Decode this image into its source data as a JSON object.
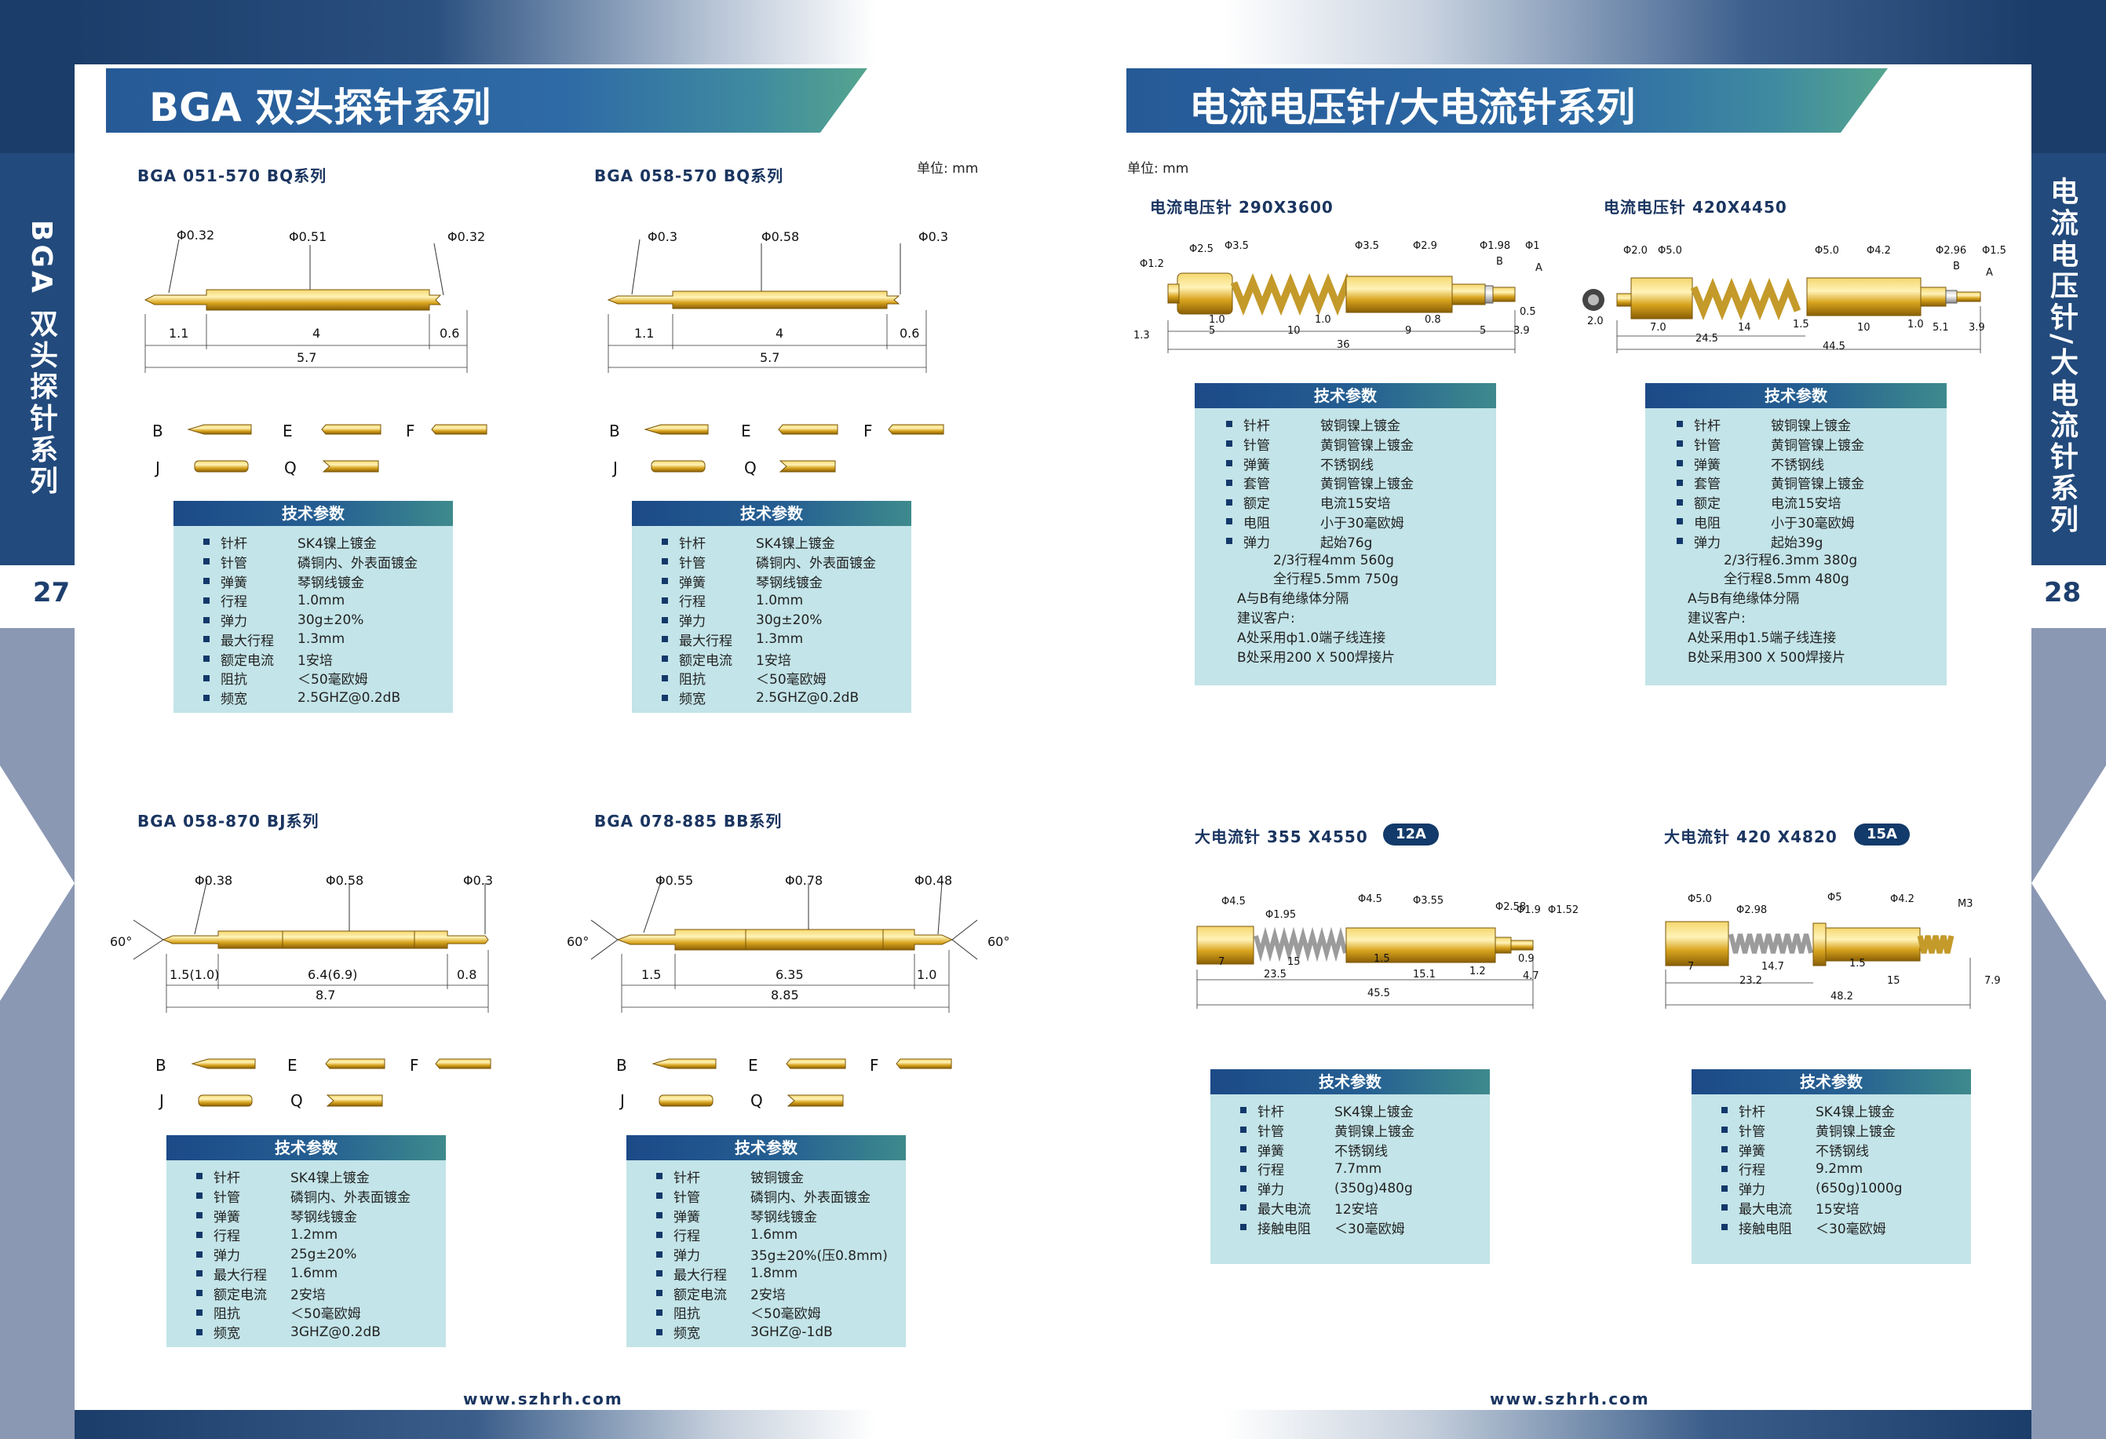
{
  "left_page": {
    "side_title": "BGA 双头探针系列",
    "page_number": "27",
    "banner": "BGA 双头探针系列",
    "unit": "单位: mm",
    "website": "www.szhrh.com",
    "products": [
      {
        "title": "BGA 051-570 BQ系列",
        "dims": {
          "d1": "Φ0.32",
          "d2": "Φ0.51",
          "d3": "Φ0.32",
          "l1": "1.1",
          "l2": "4",
          "l3": "0.6",
          "total": "5.7"
        },
        "tips": [
          "B",
          "E",
          "F",
          "J",
          "Q"
        ],
        "spec_header": "技术参数",
        "specs": [
          [
            "针杆",
            "SK4镍上镀金"
          ],
          [
            "针管",
            "磷铜内、外表面镀金"
          ],
          [
            "弹簧",
            "琴钢线镀金"
          ],
          [
            "行程",
            "1.0mm"
          ],
          [
            "弹力",
            "30g±20%"
          ],
          [
            "最大行程",
            "1.3mm"
          ],
          [
            "额定电流",
            "1安培"
          ],
          [
            "阻抗",
            "＜50毫欧姆"
          ],
          [
            "频宽",
            "2.5GHZ@0.2dB"
          ]
        ]
      },
      {
        "title": "BGA 058-570 BQ系列",
        "dims": {
          "d1": "Φ0.3",
          "d2": "Φ0.58",
          "d3": "Φ0.3",
          "l1": "1.1",
          "l2": "4",
          "l3": "0.6",
          "total": "5.7"
        },
        "tips": [
          "B",
          "E",
          "F",
          "J",
          "Q"
        ],
        "spec_header": "技术参数",
        "specs": [
          [
            "针杆",
            "SK4镍上镀金"
          ],
          [
            "针管",
            "磷铜内、外表面镀金"
          ],
          [
            "弹簧",
            "琴钢线镀金"
          ],
          [
            "行程",
            "1.0mm"
          ],
          [
            "弹力",
            "30g±20%"
          ],
          [
            "最大行程",
            "1.3mm"
          ],
          [
            "额定电流",
            "1安培"
          ],
          [
            "阻抗",
            "＜50毫欧姆"
          ],
          [
            "频宽",
            "2.5GHZ@0.2dB"
          ]
        ]
      },
      {
        "title": "BGA 058-870 BJ系列",
        "dims": {
          "d1": "Φ0.38",
          "d2": "Φ0.58",
          "d3": "Φ0.3",
          "l1": "1.5(1.0)",
          "l2": "6.4(6.9)",
          "l3": "0.8",
          "total": "8.7",
          "angle": "60°"
        },
        "tips": [
          "B",
          "E",
          "F",
          "J",
          "Q"
        ],
        "spec_header": "技术参数",
        "specs": [
          [
            "针杆",
            "SK4镍上镀金"
          ],
          [
            "针管",
            "磷铜内、外表面镀金"
          ],
          [
            "弹簧",
            "琴钢线镀金"
          ],
          [
            "行程",
            "1.2mm"
          ],
          [
            "弹力",
            "25g±20%"
          ],
          [
            "最大行程",
            "1.6mm"
          ],
          [
            "额定电流",
            "2安培"
          ],
          [
            "阻抗",
            "＜50毫欧姆"
          ],
          [
            "频宽",
            "3GHZ@0.2dB"
          ]
        ]
      },
      {
        "title": "BGA 078-885 BB系列",
        "dims": {
          "d1": "Φ0.55",
          "d2": "Φ0.78",
          "d3": "Φ0.48",
          "l1": "1.5",
          "l2": "6.35",
          "l3": "1.0",
          "total": "8.85",
          "angle": "60°"
        },
        "tips": [
          "B",
          "E",
          "F",
          "J",
          "Q"
        ],
        "spec_header": "技术参数",
        "specs": [
          [
            "针杆",
            "铍铜镀金"
          ],
          [
            "针管",
            "磷铜内、外表面镀金"
          ],
          [
            "弹簧",
            "琴钢线镀金"
          ],
          [
            "行程",
            "1.6mm"
          ],
          [
            "弹力",
            "35g±20%(压0.8mm)"
          ],
          [
            "最大行程",
            "1.8mm"
          ],
          [
            "额定电流",
            "2安培"
          ],
          [
            "阻抗",
            "＜50毫欧姆"
          ],
          [
            "频宽",
            "3GHZ@-1dB"
          ]
        ]
      }
    ]
  },
  "right_page": {
    "side_title": "电流电压针/大电流针系列",
    "page_number": "28",
    "banner": "电流电压针/大电流针系列",
    "unit": "单位: mm",
    "website": "www.szhrh.com",
    "products": [
      {
        "title": "电流电压针 290X3600",
        "dims": [
          "Φ1.2",
          "Φ2.5",
          "Φ3.5",
          "Φ3.5",
          "Φ2.9",
          "Φ1.98",
          "Φ1",
          "B",
          "A",
          "0.5",
          "1.0",
          "1.0",
          "0.8",
          "5",
          "10",
          "9",
          "5",
          "3.9",
          "36",
          "1.3"
        ],
        "spec_header": "技术参数",
        "specs": [
          [
            "针杆",
            "铍铜镍上镀金"
          ],
          [
            "针管",
            "黄铜管镍上镀金"
          ],
          [
            "弹簧",
            "不锈钢线"
          ],
          [
            "套管",
            "黄铜管镍上镀金"
          ],
          [
            "额定",
            "电流15安培"
          ],
          [
            "电阻",
            "小于30毫欧姆"
          ],
          [
            "弹力",
            "起始76g"
          ]
        ],
        "extra": [
          "2/3行程4mm  560g",
          "全行程5.5mm  750g"
        ],
        "notes": [
          "A与B有绝缘体分隔",
          "建议客户:",
          "A处采用ф1.0端子线连接",
          "B处采用200 X 500焊接片"
        ]
      },
      {
        "title": "电流电压针 420X4450",
        "dims": [
          "Φ2.0",
          "Φ5.0",
          "Φ5.0",
          "Φ4.2",
          "Φ2.96",
          "Φ1.5",
          "B",
          "A",
          "7.0",
          "14",
          "1.5",
          "10",
          "1.0",
          "5.1",
          "3.9",
          "24.5",
          "44.5",
          "2.0"
        ],
        "spec_header": "技术参数",
        "specs": [
          [
            "针杆",
            "铍铜镍上镀金"
          ],
          [
            "针管",
            "黄铜管镍上镀金"
          ],
          [
            "弹簧",
            "不锈钢线"
          ],
          [
            "套管",
            "黄铜管镍上镀金"
          ],
          [
            "额定",
            "电流15安培"
          ],
          [
            "电阻",
            "小于30毫欧姆"
          ],
          [
            "弹力",
            "起始39g"
          ]
        ],
        "extra": [
          "2/3行程6.3mm  380g",
          "全行程8.5mm  480g"
        ],
        "notes": [
          "A与B有绝缘体分隔",
          "建议客户:",
          "A处采用ф1.5端子线连接",
          "B处采用300 X 500焊接片"
        ]
      },
      {
        "title": "大电流针 355 X4550",
        "badge": "12A",
        "dims": [
          "Φ4.5",
          "Φ1.95",
          "Φ4.5",
          "Φ3.55",
          "Φ2.58",
          "Φ1.9",
          "Φ1.52",
          "7",
          "15",
          "1.5",
          "23.5",
          "15.1",
          "1.2",
          "0.9",
          "4.7",
          "45.5"
        ],
        "spec_header": "技术参数",
        "specs": [
          [
            "针杆",
            "SK4镍上镀金"
          ],
          [
            "针管",
            "黄铜镍上镀金"
          ],
          [
            "弹簧",
            "不锈钢线"
          ],
          [
            "行程",
            "7.7mm"
          ],
          [
            "弹力",
            "(350g)480g"
          ],
          [
            "最大电流",
            "12安培"
          ],
          [
            "接触电阻",
            "＜30毫欧姆"
          ]
        ]
      },
      {
        "title": "大电流针 420 X4820",
        "badge": "15A",
        "dims": [
          "Φ5.0",
          "Φ2.98",
          "Φ5",
          "Φ4.2",
          "M3",
          "7",
          "14.7",
          "1.5",
          "23.2",
          "15",
          "7.9",
          "48.2"
        ],
        "spec_header": "技术参数",
        "specs": [
          [
            "针杆",
            "SK4镍上镀金"
          ],
          [
            "针管",
            "黄铜镍上镀金"
          ],
          [
            "弹簧",
            "不锈钢线"
          ],
          [
            "行程",
            "9.2mm"
          ],
          [
            "弹力",
            "(650g)1000g"
          ],
          [
            "最大电流",
            "15安培"
          ],
          [
            "接触电阻",
            "＜30毫欧姆"
          ]
        ]
      }
    ]
  },
  "colors": {
    "navy": "#1b3d6a",
    "banner_blue": "#2e6aa6",
    "spec_bg": "#c3e4e8",
    "gold": "#d9a51f"
  }
}
